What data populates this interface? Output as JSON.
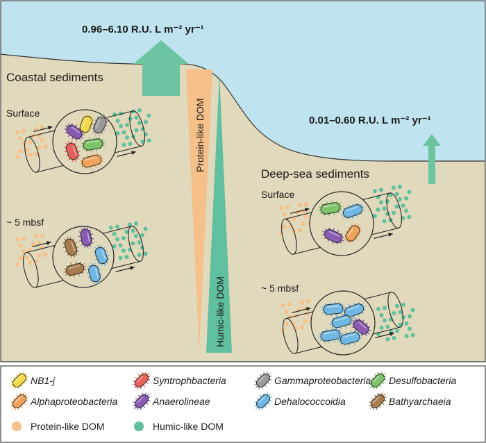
{
  "flux": {
    "coastal": "0.96–6.10 R.U. L m⁻² yr⁻¹",
    "deep": "0.01–0.60 R.U. L m⁻² yr⁻¹"
  },
  "zones": {
    "coastal": "Coastal sediments",
    "deep": "Deep-sea sediments"
  },
  "depths": {
    "coastal_surface": "Surface",
    "coastal_5m": "~ 5 mbsf",
    "deep_surface": "Surface",
    "deep_5m": "~ 5 mbsf"
  },
  "gradient": {
    "protein": "Protein-like DOM",
    "humic": "Humic-like DOM"
  },
  "legend": {
    "taxa": [
      {
        "name": "NB1-j",
        "color": "#f5d94a"
      },
      {
        "name": "Syntrophbacteria",
        "color": "#e8605b"
      },
      {
        "name": "Gammaproteobacteria",
        "color": "#9a9a9a"
      },
      {
        "name": "Desulfobacteria",
        "color": "#7cc36a"
      },
      {
        "name": "Alphaproteobacteria",
        "color": "#f2a35a"
      },
      {
        "name": "Anaerolineae",
        "color": "#8a5bb3"
      },
      {
        "name": "Dehalococcoidia",
        "color": "#6fb8e4"
      },
      {
        "name": "Bathyarchaeia",
        "color": "#a97c50"
      }
    ],
    "dom": [
      {
        "name": "Protein-like DOM",
        "color": "#f5c089"
      },
      {
        "name": "Humic-like DOM",
        "color": "#5fbf9e"
      }
    ]
  },
  "colors": {
    "water": "#bfe4ef",
    "sediment": "#e0d9bb",
    "protein_dom": "#f5c089",
    "humic_dom": "#5fbf9e",
    "arrow": "#6cc4a0"
  }
}
